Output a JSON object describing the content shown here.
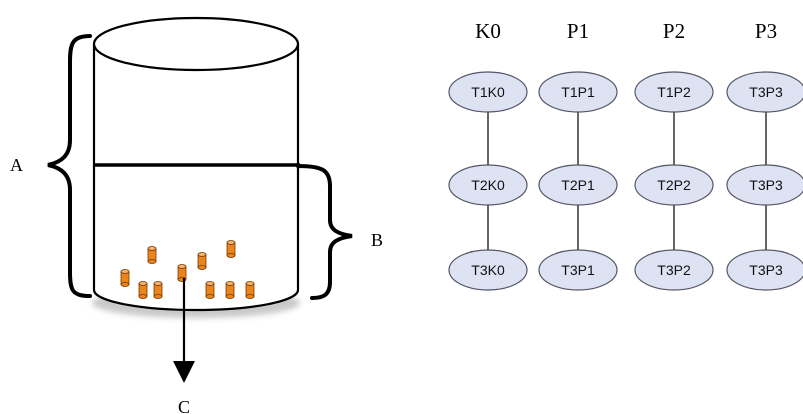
{
  "labels": {
    "a": "A",
    "b": "B",
    "c": "C"
  },
  "columns": [
    {
      "header": "K0",
      "nodes": [
        "T1K0",
        "T2K0",
        "T3K0"
      ]
    },
    {
      "header": "P1",
      "nodes": [
        "T1P1",
        "T2P1",
        "T3P1"
      ]
    },
    {
      "header": "P2",
      "nodes": [
        "T1P2",
        "T2P2",
        "T3P2"
      ]
    },
    {
      "header": "P3",
      "nodes": [
        "T3P3",
        "T3P3",
        "T3P3"
      ]
    }
  ],
  "colors": {
    "node_fill": "#dde3f3",
    "node_stroke": "#555566",
    "item_fill": "#e8851c",
    "item_stroke": "#7a3a00",
    "line": "#000000"
  }
}
